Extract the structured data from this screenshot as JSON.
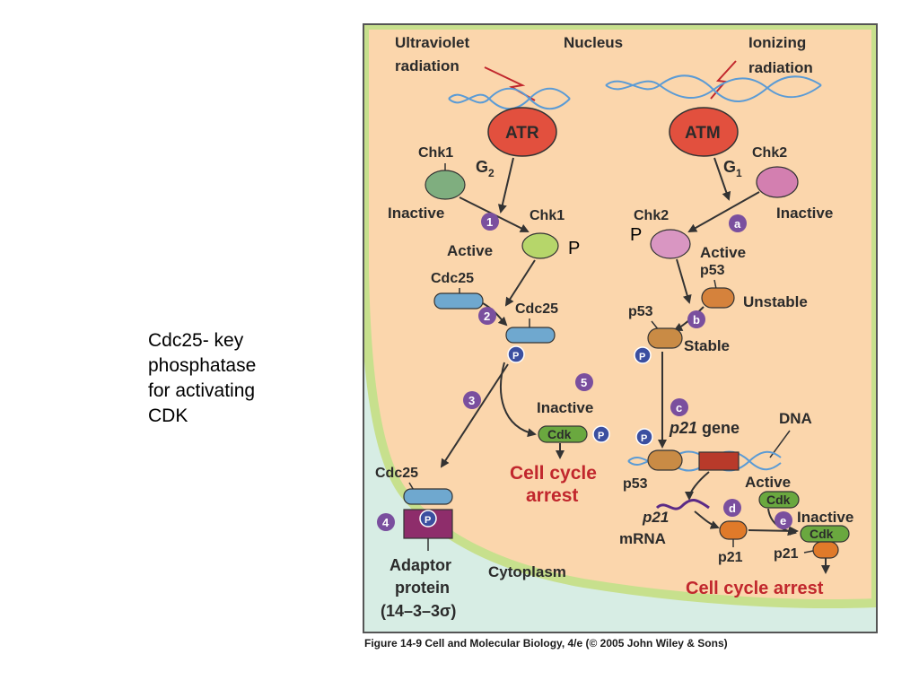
{
  "side_note": {
    "lines": [
      "Cdc25- key",
      "phosphatase",
      "for activating",
      "CDK"
    ]
  },
  "figure": {
    "caption": "Figure 14-9  Cell and Molecular Biology, 4/e (© 2005 John Wiley & Sons)",
    "regions": {
      "nucleus": "Nucleus",
      "cytoplasm": "Cytoplasm"
    },
    "stimuli": {
      "uv": [
        "Ultraviolet",
        "radiation"
      ],
      "ionizing": [
        "Ionizing",
        "radiation"
      ]
    },
    "kinases": {
      "atr": "ATR",
      "atm": "ATM"
    },
    "phases": {
      "g2": "G",
      "g2_sub": "2",
      "g1": "G",
      "g1_sub": "1"
    },
    "labels": {
      "chk1": "Chk1",
      "chk2": "Chk2",
      "inactive": "Inactive",
      "active": "Active",
      "cdc25": "Cdc25",
      "p53": "p53",
      "unstable": "Unstable",
      "stable": "Stable",
      "p21": "p21",
      "gene": " gene",
      "dna": "DNA",
      "mrna": "mRNA",
      "cdk": "Cdk",
      "p": "P",
      "adaptor": [
        "Adaptor",
        "protein",
        "(14–3–3σ)"
      ],
      "cell_cycle_arrest_left": [
        "Cell cycle",
        "arrest"
      ],
      "cell_cycle_arrest_right": "Cell cycle arrest"
    },
    "steps": [
      "1",
      "2",
      "3",
      "4",
      "5",
      "a",
      "b",
      "c",
      "d",
      "e"
    ],
    "overlay_p": "P",
    "colors": {
      "nucleus_fill": "#fbd6ac",
      "cytoplasm_fill": "#d7ede4",
      "membrane": "#c7e08d",
      "atr_fill": "#e2503e",
      "chk1_fill": "#7fae7f",
      "chk1_active": "#b6d66a",
      "chk2_fill": "#d37fb0",
      "cdc25_fill": "#6fa8cf",
      "p53_fill": "#c98b45",
      "cdk_fill": "#6aa83f",
      "p21_fill": "#e07a2a",
      "step_fill": "#7a4f9e",
      "arrest_red": "#c1272d",
      "adaptor_fill": "#8e2d6b"
    }
  }
}
